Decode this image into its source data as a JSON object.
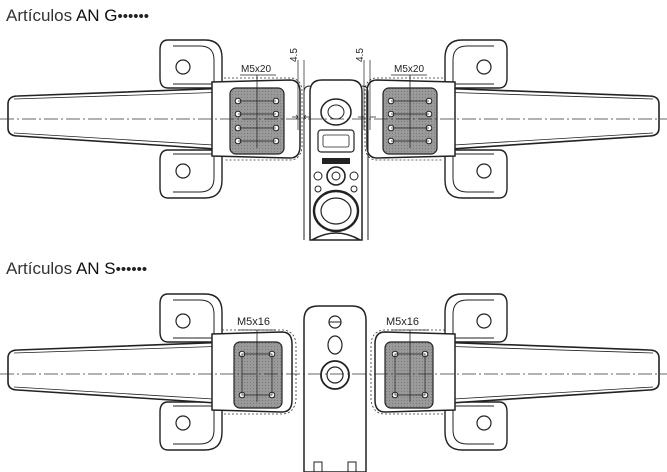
{
  "section_g": {
    "prefix": "Artículos",
    "code": "AN G",
    "dots": "••••••",
    "screw_label_left": "M5x20",
    "screw_label_right": "M5x20",
    "dim_left": "4.5",
    "dim_right": "4.5"
  },
  "section_s": {
    "prefix": "Artículos",
    "code": "AN S",
    "dots": "••••••",
    "screw_label_left": "M5x16",
    "screw_label_right": "M5x16"
  }
}
